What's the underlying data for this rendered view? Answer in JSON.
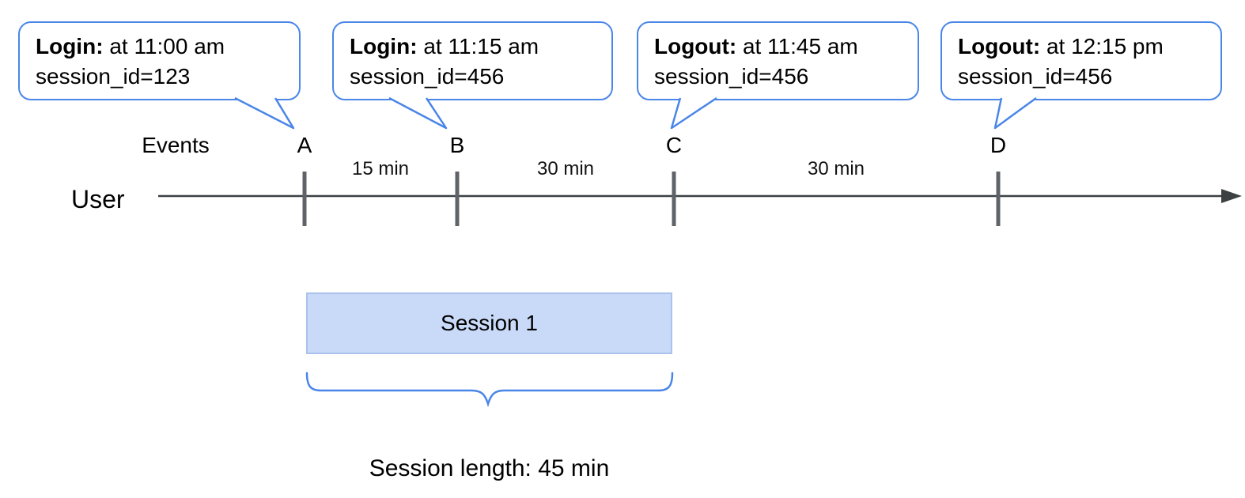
{
  "callouts": [
    {
      "event": "A",
      "title": "Login:",
      "detail": "at 11:00 am",
      "session_id": "session_id=123"
    },
    {
      "event": "B",
      "title": "Login:",
      "detail": "at 11:15 am",
      "session_id": "session_id=456"
    },
    {
      "event": "C",
      "title": "Logout:",
      "detail": "at 11:45 am",
      "session_id": "session_id=456"
    },
    {
      "event": "D",
      "title": "Logout:",
      "detail": "at 12:15 pm",
      "session_id": "session_id=456"
    }
  ],
  "timeline": {
    "user_label": "User",
    "events_label": "Events",
    "event_marks": [
      "A",
      "B",
      "C",
      "D"
    ],
    "intervals": [
      "15 min",
      "30 min",
      "30 min"
    ]
  },
  "session": {
    "label": "Session 1",
    "length_text": "Session length: 45 min"
  },
  "colors": {
    "callout_border": "#4a86e8",
    "session_fill": "#c9daf8",
    "axis": "#3c4043",
    "tick": "#5f6368",
    "brace": "#4a86e8"
  }
}
